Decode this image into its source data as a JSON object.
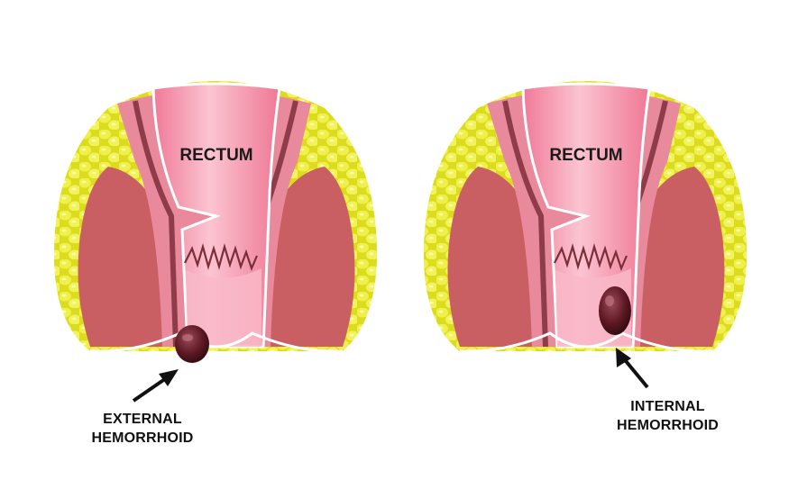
{
  "panels": {
    "left": {
      "title": "RECTUM",
      "caption_line1": "EXTERNAL",
      "caption_line2": "HEMORRHOID"
    },
    "right": {
      "title": "RECTUM",
      "caption_line1": "INTERNAL",
      "caption_line2": "HEMORRHOID"
    }
  },
  "colors": {
    "fat": "#e9ea2a",
    "muscle": "#c95f63",
    "wall": "#e98a9c",
    "lumen": "#f7a2b5",
    "hemorrhoid": "#5a1a24"
  }
}
